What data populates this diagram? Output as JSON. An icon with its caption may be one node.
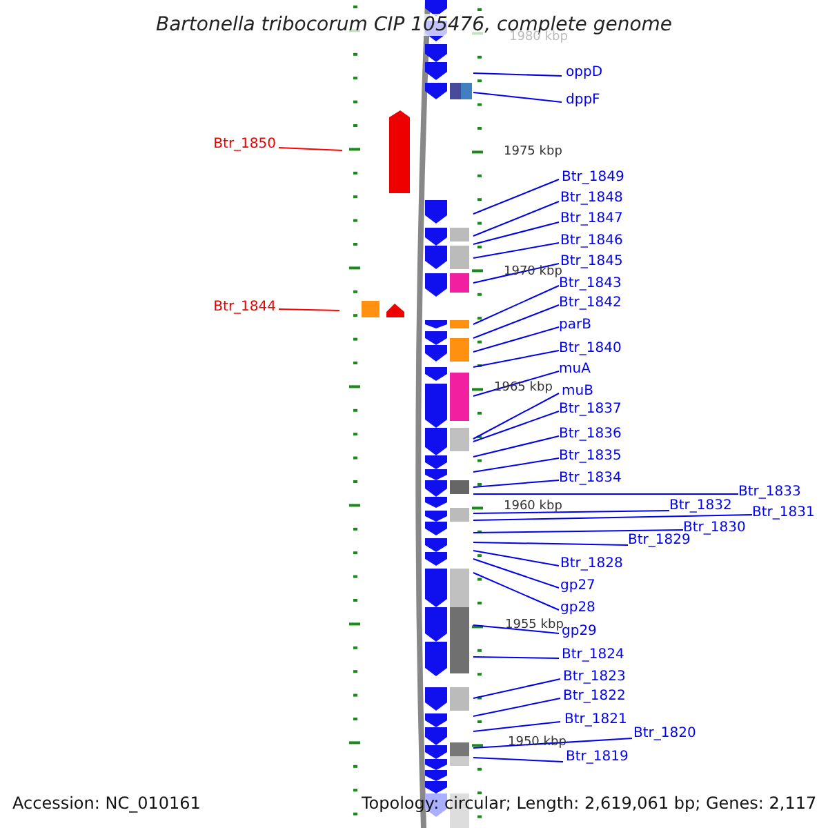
{
  "diagram": {
    "title": "Bartonella tribocorum CIP 105476, complete genome",
    "nodes": [
      {
        "text": [
          "oppD"
        ]
      },
      {
        "text": [
          "dppF"
        ]
      },
      {
        "text": [
          "Btr_1850"
        ]
      },
      {
        "text": [
          "Btr_1849"
        ]
      },
      {
        "text": [
          "Btr_1848"
        ]
      },
      {
        "text": [
          "Btr_1847"
        ]
      },
      {
        "text": [
          "Btr_1846"
        ]
      },
      {
        "text": [
          "Btr_1845"
        ]
      },
      {
        "text": [
          "Btr_1843"
        ]
      },
      {
        "text": [
          "Btr_1844"
        ]
      },
      {
        "text": [
          "Btr_1842"
        ]
      },
      {
        "text": [
          "parB"
        ]
      },
      {
        "text": [
          "Btr_1840"
        ]
      },
      {
        "text": [
          "muA"
        ]
      },
      {
        "text": [
          "muB"
        ]
      },
      {
        "text": [
          "Btr_1837"
        ]
      },
      {
        "text": [
          "Btr_1836"
        ]
      },
      {
        "text": [
          "Btr_1835"
        ]
      },
      {
        "text": [
          "Btr_1834"
        ]
      },
      {
        "text": [
          "Btr_1833"
        ]
      },
      {
        "text": [
          "Btr_1832"
        ]
      },
      {
        "text": [
          "Btr_1831"
        ]
      },
      {
        "text": [
          "Btr_1830"
        ]
      },
      {
        "text": [
          "Btr_1829"
        ]
      },
      {
        "text": [
          "Btr_1828"
        ]
      },
      {
        "text": [
          "gp27"
        ]
      },
      {
        "text": [
          "gp28"
        ]
      },
      {
        "text": [
          "gp29"
        ]
      },
      {
        "text": [
          "Btr_1824"
        ]
      },
      {
        "text": [
          "Btr_1823"
        ]
      },
      {
        "text": [
          "Btr_1822"
        ]
      },
      {
        "text": [
          "Btr_1821"
        ]
      },
      {
        "text": [
          "Btr_1820"
        ]
      },
      {
        "text": [
          "Btr_1819"
        ]
      }
    ],
    "edges": [
      {
        "from": 0,
        "to": null,
        "arrow": "none"
      },
      {
        "from": 1,
        "to": null,
        "arrow": "none"
      },
      {
        "from": 2,
        "to": null,
        "arrow": "none",
        "color": "#ff0000"
      },
      {
        "from": 3,
        "to": null,
        "arrow": "none"
      },
      {
        "from": 4,
        "to": null,
        "arrow": "none"
      },
      {
        "from": 5,
        "to": null,
        "arrow": "none"
      },
      {
        "from": 6,
        "to": null,
        "arrow": "none"
      },
      {
        "from": 7,
        "to": null,
        "arrow": "none"
      },
      {
        "from": 8,
        "to": null,
        "arrow": "none"
      },
      {
        "from": 9,
        "to": null,
        "arrow": "none",
        "color": "#ff0000"
      },
      {
        "from": 10,
        "to": null,
        "arrow": "none"
      },
      {
        "from": 11,
        "to": null,
        "arrow": "none"
      },
      {
        "from": 12,
        "to": null,
        "arrow": "none"
      },
      {
        "from": 13,
        "to": null,
        "arrow": "none"
      },
      {
        "from": 14,
        "to": null,
        "arrow": "none"
      },
      {
        "from": 15,
        "to": null,
        "arrow": "none"
      },
      {
        "from": 16,
        "to": null,
        "arrow": "none"
      },
      {
        "from": 17,
        "to": null,
        "arrow": "none"
      },
      {
        "from": 18,
        "to": null,
        "arrow": "none"
      },
      {
        "from": 19,
        "to": null,
        "arrow": "none"
      },
      {
        "from": 20,
        "to": null,
        "arrow": "none"
      },
      {
        "from": 21,
        "to": null,
        "arrow": "none"
      },
      {
        "from": 22,
        "to": null,
        "arrow": "none"
      },
      {
        "from": 23,
        "to": null,
        "arrow": "none"
      },
      {
        "from": 24,
        "to": null,
        "arrow": "none"
      },
      {
        "from": 25,
        "to": null,
        "arrow": "none"
      },
      {
        "from": 26,
        "to": null,
        "arrow": "none"
      },
      {
        "from": 27,
        "to": null,
        "arrow": "none"
      },
      {
        "from": 28,
        "to": null,
        "arrow": "none"
      },
      {
        "from": 29,
        "to": null,
        "arrow": "none"
      },
      {
        "from": 30,
        "to": null,
        "arrow": "none"
      },
      {
        "from": 31,
        "to": null,
        "arrow": "none"
      },
      {
        "from": 32,
        "to": null,
        "arrow": "none"
      },
      {
        "from": 33,
        "to": null,
        "arrow": "none"
      }
    ],
    "labels": [
      "1980 kbp",
      "1975 kbp",
      "1970 kbp",
      "1965 kbp",
      "1960 kbp",
      "1955 kbp",
      "1950 kbp",
      "Accession: NC_010161",
      "Topology: circular; Length: 2,619,061 bp; Genes: 2,117"
    ]
  }
}
